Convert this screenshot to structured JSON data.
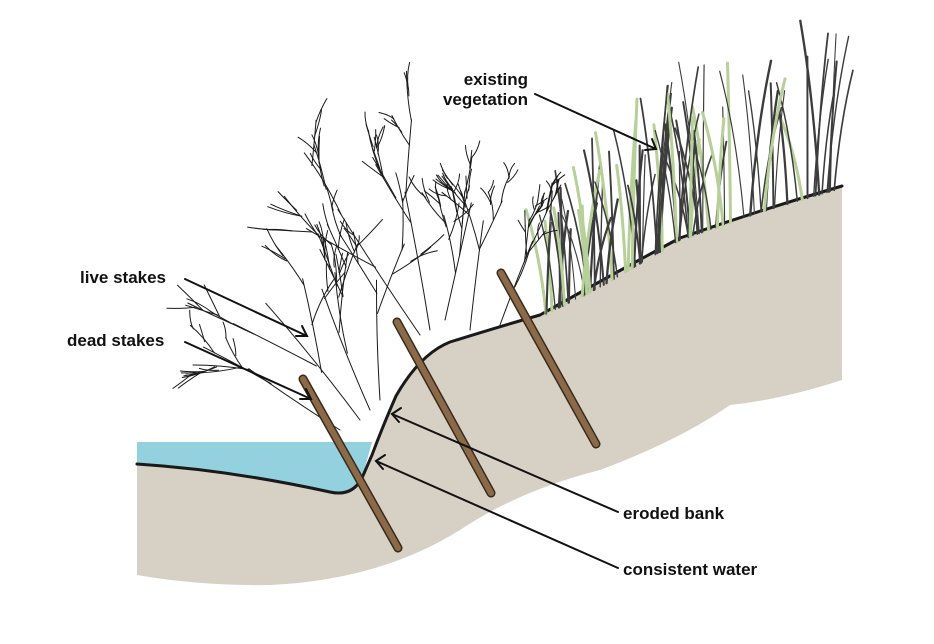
{
  "labels": {
    "existing_vegetation_line1": "existing",
    "existing_vegetation_line2": "vegetation",
    "live_stakes": "live stakes",
    "dead_stakes": "dead stakes",
    "eroded_bank": "eroded bank",
    "consistent_water": "consistent water"
  },
  "colors": {
    "soil": "#d7d0c4",
    "water": "#93d1df",
    "outline": "#1a1a1a",
    "stake": "#8b6a4a",
    "stake_edge": "#3a2a1a",
    "grass_dark": "#3c3c3c",
    "grass_light": "#b7cf98",
    "leader": "#111111"
  }
}
